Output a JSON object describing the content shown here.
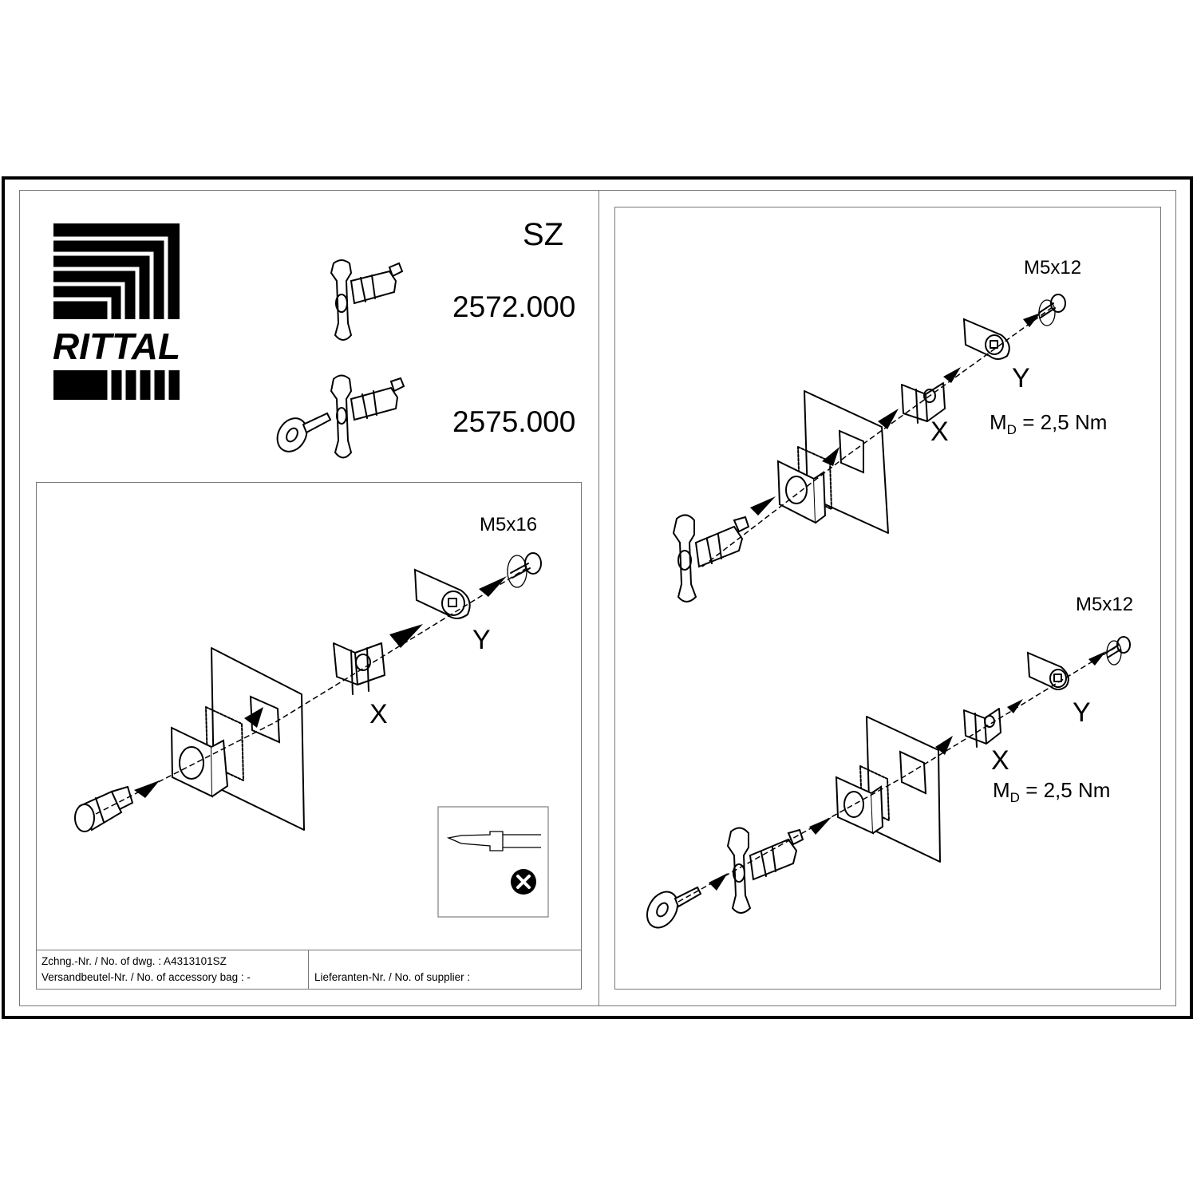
{
  "brand": {
    "logo_text": "RITTAL"
  },
  "header": {
    "series": "SZ",
    "part_numbers": [
      "2572.000",
      "2575.000"
    ]
  },
  "left_panel": {
    "screw_label": "M5x16",
    "part_x": "X",
    "part_y": "Y"
  },
  "right_top_panel": {
    "screw_label": "M5x12",
    "part_x": "X",
    "part_y": "Y",
    "torque": {
      "symbol": "M",
      "subscript": "D",
      "value": "= 2,5 Nm"
    }
  },
  "right_bottom_panel": {
    "screw_label": "M5x12",
    "part_x": "X",
    "part_y": "Y",
    "torque": {
      "symbol": "M",
      "subscript": "D",
      "value": "= 2,5 Nm"
    }
  },
  "title_block": {
    "drawing_no": "Zchng.-Nr. / No. of dwg. : A4313101SZ",
    "accessory_bag": "Versandbeutel-Nr. / No. of accessory bag : -",
    "supplier": "Lieferanten-Nr. / No. of supplier :"
  }
}
